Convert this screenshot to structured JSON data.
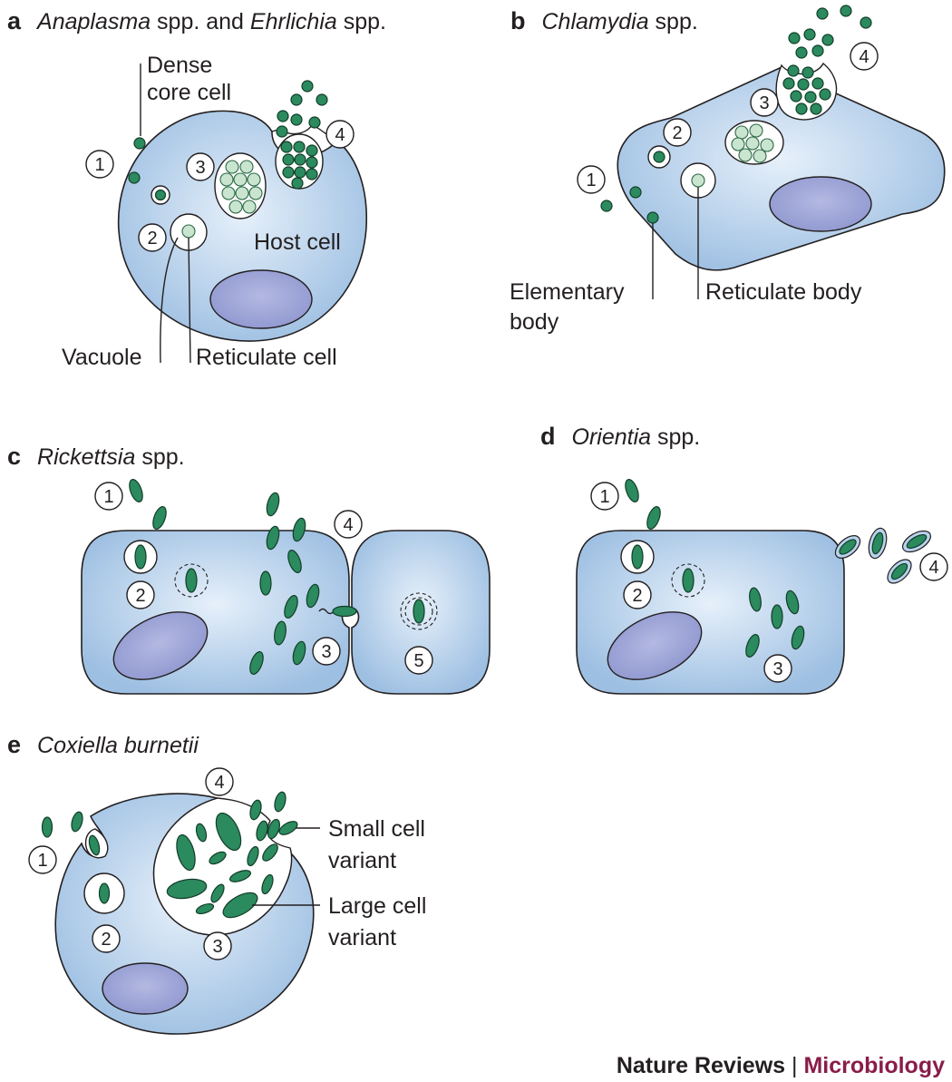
{
  "panels": {
    "a": {
      "letter": "a",
      "title_italic_1": "Anaplasma",
      "title_plain_1": " spp. and ",
      "title_italic_2": "Ehrlichia",
      "title_plain_2": " spp.",
      "label_dense_1": "Dense",
      "label_dense_2": "core cell",
      "label_host": "Host cell",
      "label_vacuole": "Vacuole",
      "label_reticulate": "Reticulate cell",
      "steps": [
        "1",
        "2",
        "3",
        "4"
      ]
    },
    "b": {
      "letter": "b",
      "title_italic": "Chlamydia",
      "title_plain": " spp.",
      "label_elementary_1": "Elementary",
      "label_elementary_2": "body",
      "label_reticulate": "Reticulate body",
      "steps": [
        "1",
        "2",
        "3",
        "4"
      ]
    },
    "c": {
      "letter": "c",
      "title_italic": "Rickettsia",
      "title_plain": " spp.",
      "steps": [
        "1",
        "2",
        "3",
        "4",
        "5"
      ]
    },
    "d": {
      "letter": "d",
      "title_italic": "Orientia",
      "title_plain": " spp.",
      "steps": [
        "1",
        "2",
        "3",
        "4"
      ]
    },
    "e": {
      "letter": "e",
      "title_italic": "Coxiella burnetii",
      "label_small_1": "Small cell",
      "label_small_2": "variant",
      "label_large_1": "Large cell",
      "label_large_2": "variant",
      "steps": [
        "1",
        "2",
        "3",
        "4"
      ]
    }
  },
  "footer": {
    "journal": "Nature Reviews",
    "separator": " | ",
    "section": "Microbiology"
  },
  "colors": {
    "cell_fill_center": "#e4eef9",
    "cell_fill_edge": "#9ec0e3",
    "nucleus": "#9ea5d6",
    "bacterium_dark": "#2b8a5e",
    "bacterium_light": "#c9e4cf",
    "accent": "#8a1c4a"
  }
}
